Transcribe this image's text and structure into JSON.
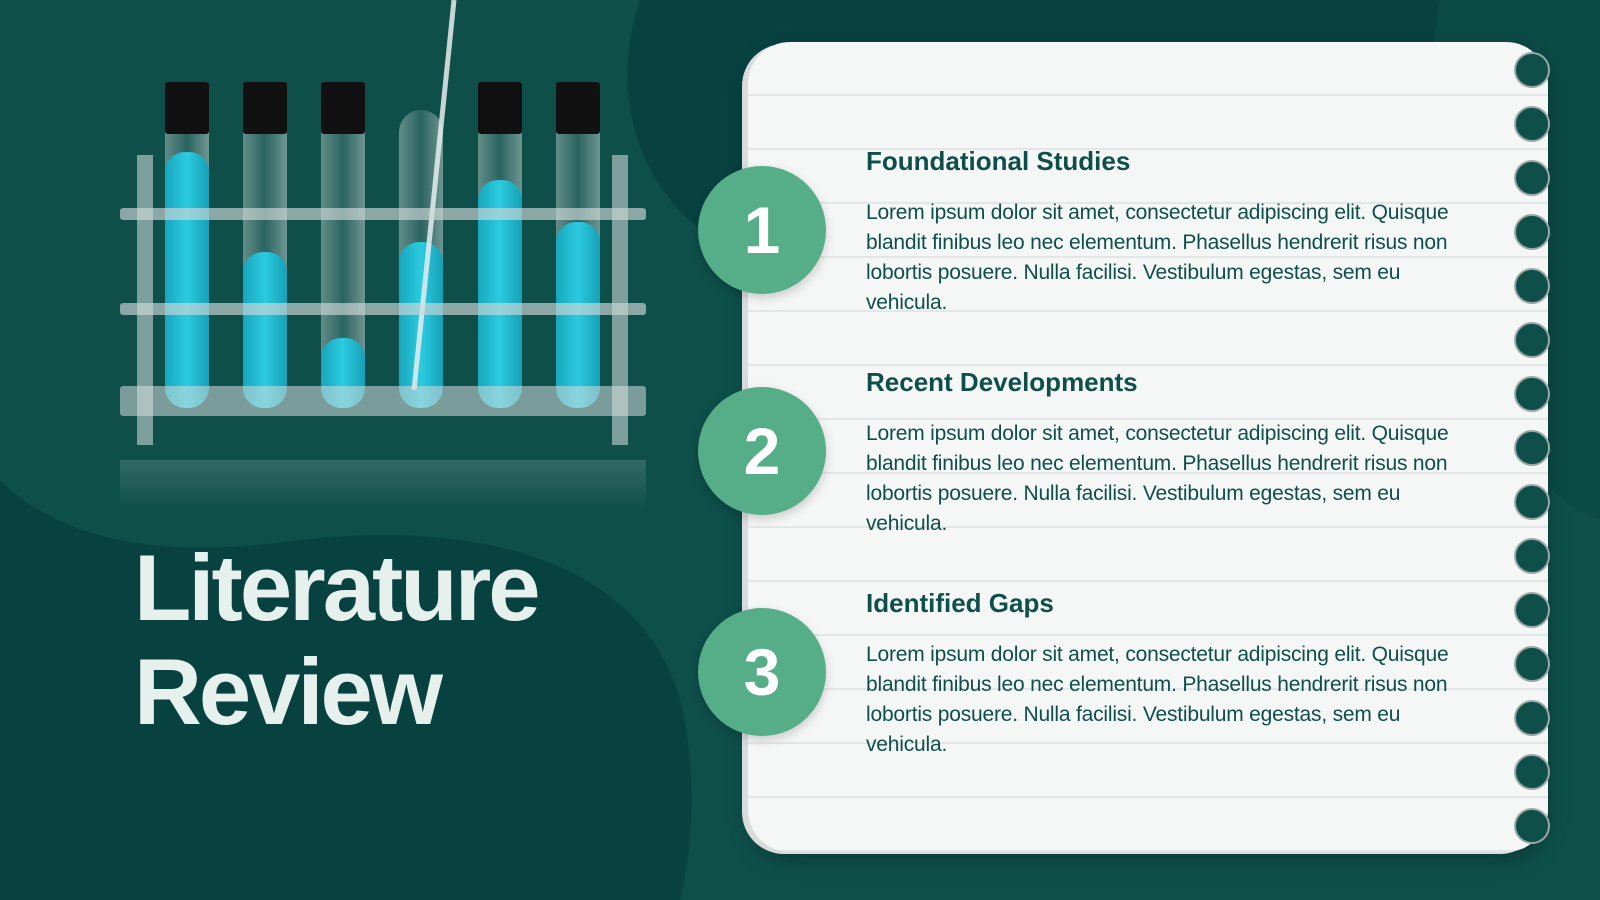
{
  "slide": {
    "title_line1": "Literature",
    "title_line2": "Review"
  },
  "items": [
    {
      "number": "1",
      "title": "Foundational Studies",
      "body": "Lorem ipsum dolor sit amet, consectetur adipiscing elit. Quisque blandit finibus leo nec elementum. Phasellus hendrerit risus non lobortis posuere. Nulla facilisi. Vestibulum egestas, sem eu vehicula."
    },
    {
      "number": "2",
      "title": "Recent Developments",
      "body": "Lorem ipsum dolor sit amet, consectetur adipiscing elit. Quisque blandit finibus leo nec elementum. Phasellus hendrerit risus non lobortis posuere. Nulla facilisi. Vestibulum egestas, sem eu vehicula."
    },
    {
      "number": "3",
      "title": "Identified Gaps",
      "body": "Lorem ipsum dolor sit amet, consectetur adipiscing elit. Quisque blandit finibus leo nec elementum. Phasellus hendrerit risus non lobortis posuere. Nulla facilisi. Vestibulum egestas, sem eu vehicula."
    }
  ],
  "colors": {
    "background": "#0e4f4a",
    "background_dark": "#074240",
    "accent": "#55ae87",
    "liquid": "#1fb8cc",
    "paper": "#f5f6f6"
  }
}
